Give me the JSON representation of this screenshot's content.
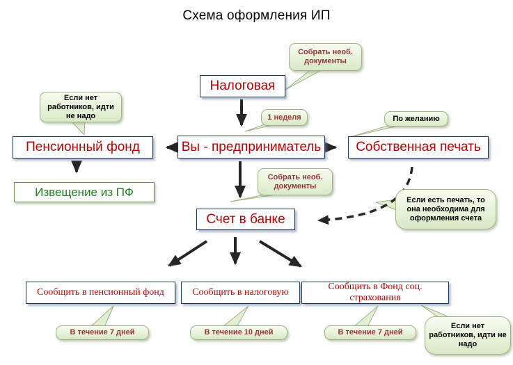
{
  "title": "Схема оформления ИП",
  "colors": {
    "box_border": "#17375e",
    "box_text_red": "#c00000",
    "green_box_border": "#6b8f4e",
    "green_box_text": "#1e7e1e",
    "callout_fill": "#e3efd3",
    "callout_border": "#9fb285",
    "callout_text_red": "#943634",
    "callout_text_black": "#000000",
    "arrow": "#262626"
  },
  "nodes": {
    "tax_office": "Налоговая",
    "you_entrepreneur": "Вы - предприниматель",
    "pension_fund": "Пенсионный фонд",
    "own_stamp": "Собственная печать",
    "pf_notice": "Извещение из ПФ",
    "bank_account": "Счет в банке",
    "notify_pension_fund": "Сообщить в пенсионный фонд",
    "notify_tax": "Сообщить в налоговую",
    "notify_social_insurance": "Сообщить в Фонд соц. страхования"
  },
  "callouts": {
    "collect_docs_top": "Собрать необ. документы",
    "one_week": "1 неделя",
    "no_employees_top": "Если нет работников, идти не надо",
    "optional": "По желанию",
    "collect_docs_mid": "Собрать необ. документы",
    "stamp_needed": "Если есть печать, то она необходима для оформления счета",
    "within_7_days_left": "В течение 7 дней",
    "within_10_days": "В течение 10 дней",
    "within_7_days_right": "В течение 7 дней",
    "no_employees_bottom": "Если нет работников, идти не надо"
  }
}
